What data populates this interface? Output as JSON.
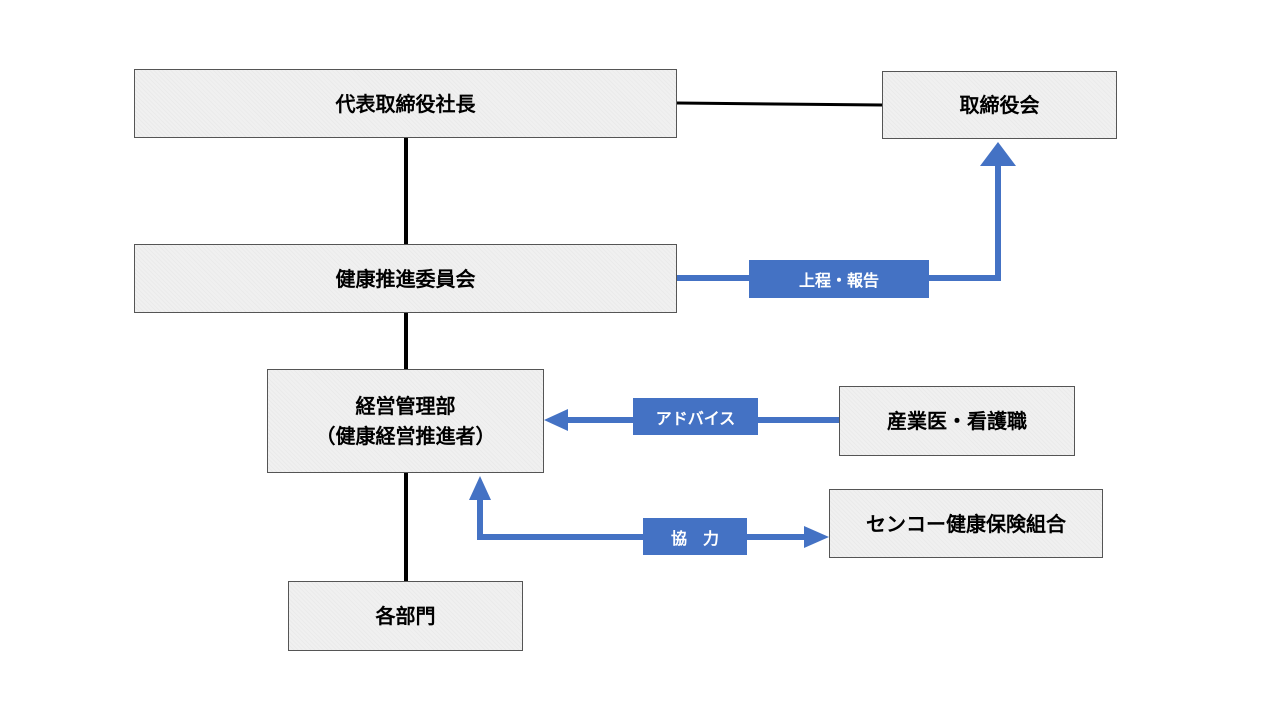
{
  "diagram": {
    "nodes": {
      "ceo": "代表取締役社長",
      "board": "取締役会",
      "committee": "健康推進委員会",
      "management_line1": "経営管理部",
      "management_line2": "（健康経営推進者）",
      "doctors": "産業医・看護職",
      "insurance": "センコー健康保険組合",
      "departments": "各部門"
    },
    "edge_labels": {
      "report": "上程・報告",
      "advice": "アドバイス",
      "cooperation": "協　力"
    },
    "colors": {
      "arrow": "#4472c4",
      "line": "#000000",
      "box_fill": "#f0f0f0"
    }
  }
}
